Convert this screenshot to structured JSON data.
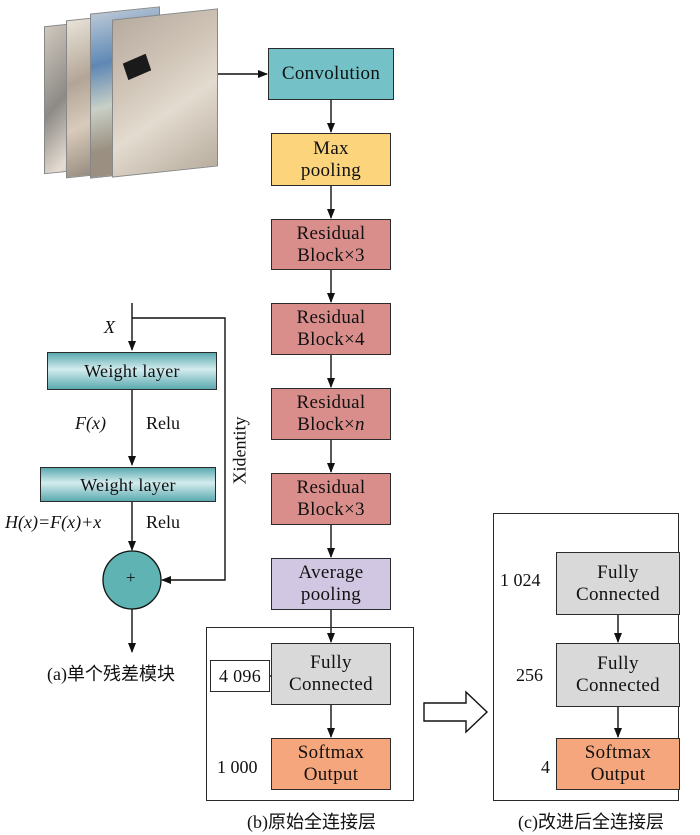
{
  "main_pipeline": {
    "convolution": "Convolution",
    "max_pooling": "Max\npooling",
    "residual_1": "Residual\nBlock×3",
    "residual_2": "Residual\nBlock×4",
    "residual_3_line1": "Residual",
    "residual_3_line2": "Block×",
    "residual_3_n": "n",
    "residual_4": "Residual\nBlock×3",
    "average_pooling": "Average\npooling"
  },
  "residual_module": {
    "input_label": "X",
    "weight_layer_1": "Weight layer",
    "fx_label": "F(x)",
    "relu_1": "Relu",
    "weight_layer_2": "Weight layer",
    "hx_label": "H(x)=F(x)+x",
    "relu_2": "Relu",
    "identity_label": "Xidentity",
    "sum_symbol": "+",
    "caption": "(a)单个残差模块"
  },
  "original_fc": {
    "fc_dim": "4 096",
    "fc_label": "Fully\nConnected",
    "softmax_dim": "1 000",
    "softmax_label": "Softmax\nOutput",
    "caption": "(b)原始全连接层"
  },
  "improved_fc": {
    "fc1_dim": "1 024",
    "fc1_label": "Fully\nConnected",
    "fc2_dim": "256",
    "fc2_label": "Fully\nConnected",
    "softmax_dim": "4",
    "softmax_label": "Softmax\nOutput",
    "caption": "(c)改进后全连接层"
  },
  "colors": {
    "convolution": "#74c2c8",
    "max_pooling": "#fbd47c",
    "residual": "#d98e8c",
    "average_pooling": "#d2c7e2",
    "fully_connected": "#d9d9d9",
    "softmax": "#f6a67c",
    "weight_layer": "#5aaab0",
    "sum_node": "#5fb3b3"
  }
}
